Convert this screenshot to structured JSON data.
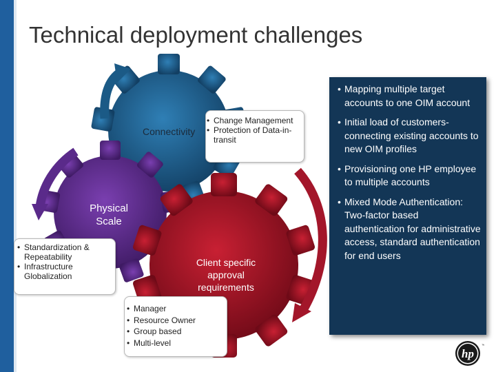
{
  "title": "Technical deployment challenges",
  "gears": {
    "connectivity": {
      "label": "Connectivity",
      "bullets": [
        "Change Management",
        "Protection of Data-in-transit"
      ]
    },
    "physical_scale": {
      "label_line1": "Physical",
      "label_line2": "Scale",
      "bullets": [
        "Standardization & Repeatability",
        "Infrastructure Globalization"
      ]
    },
    "client_specific": {
      "label_line1": "Client specific",
      "label_line2": "approval",
      "label_line3": "requirements",
      "bullets": [
        "Manager",
        "Resource Owner",
        "Group based",
        "Multi-level"
      ]
    }
  },
  "panel": {
    "bullets": [
      "Mapping multiple target accounts to one OIM account",
      "Initial load of customers-connecting existing accounts to new OIM profiles",
      "Provisioning one HP employee to multiple accounts",
      "Mixed Mode Authentication: Two-factor based authentication for administrative access, standard authentication for end users"
    ]
  },
  "logo": {
    "text": "hp"
  },
  "colors": {
    "title_text": "#333333",
    "side_bar": "#1f5f9e",
    "gear_blue": "#1b5a86",
    "gear_purple": "#5a2a8a",
    "gear_red": "#a3162a",
    "panel": "#133656"
  }
}
